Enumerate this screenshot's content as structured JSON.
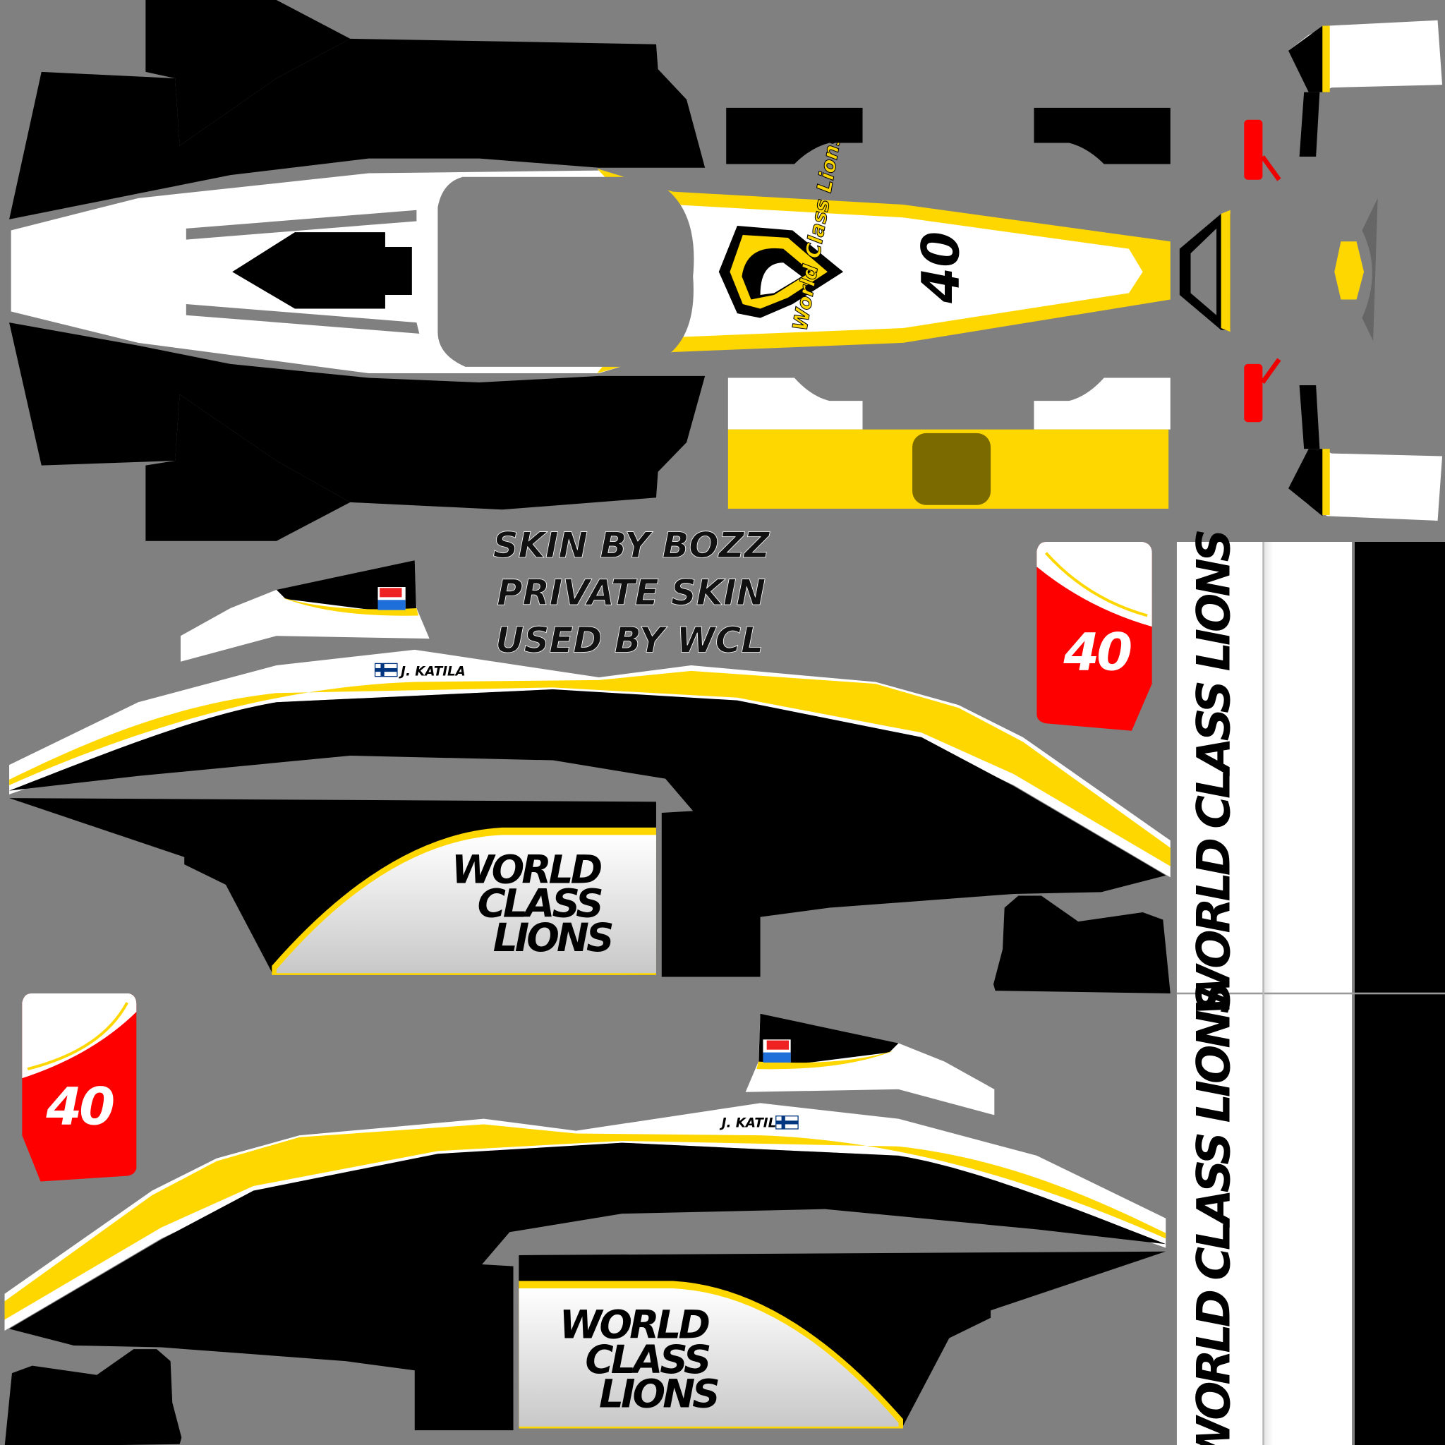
{
  "credits": [
    "SKIN BY BOZZ",
    "PRIVATE SKIN",
    "USED BY WCL"
  ],
  "team_name": "WORLD CLASS LIONS",
  "team_name_lines": [
    "WORLD",
    "CLASS",
    "LIONS"
  ],
  "car_number": "40",
  "driver_name": "J. KATILA",
  "logo_text": "World Class Lions",
  "colors": {
    "background": "#808080",
    "primary": "#000000",
    "secondary": "#ffffff",
    "accent": "#ffd700",
    "number_plate": "#ff0000"
  }
}
